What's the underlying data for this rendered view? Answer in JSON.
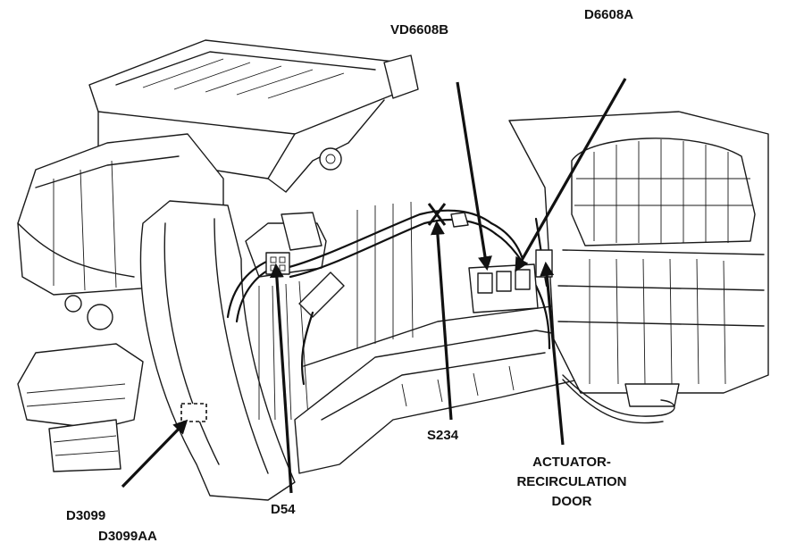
{
  "labels": {
    "vd6608b": "VD6608B",
    "d6608a": "D6608A",
    "s234": "S234",
    "actuator_line1": "ACTUATOR-",
    "actuator_line2": "RECIRCULATION",
    "actuator_line3": "DOOR",
    "d54": "D54",
    "d3099": "D3099",
    "d3099aa": "D3099AA"
  },
  "colors": {
    "ink": "#111111",
    "background": "#ffffff"
  }
}
